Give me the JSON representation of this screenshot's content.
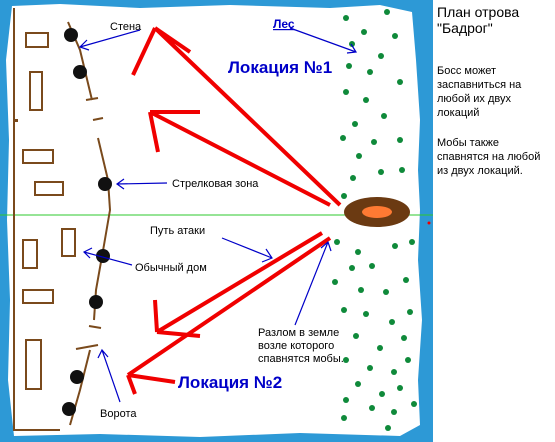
{
  "sidebar": {
    "title": "План отрова \"Бадрог\"",
    "note_boss": "Босс может заспавниться на любой их двух локаций",
    "note_mobs": "Мобы также спавнятся на любой из двух локаций."
  },
  "labels": {
    "wall": "Стена",
    "forest": "Лес",
    "location1": "Локация №1",
    "location2": "Локация №2",
    "shooting_zone": "Стрелковая зона",
    "attack_path": "Путь атаки",
    "house": "Обычный дом",
    "rift": "Разлом в земле возле которого спавнятся мобы.",
    "gate": "Ворота"
  },
  "colors": {
    "island": "#2d99d6",
    "land": "#ffffff",
    "house": "#7a4a1c",
    "arrow": "#f00000",
    "pointer": "#0000c8",
    "tree": "#0f8a3a",
    "axis": "#2ec82e",
    "rift_outer": "#6b3a12",
    "rift_inner": "#ff7a33"
  }
}
